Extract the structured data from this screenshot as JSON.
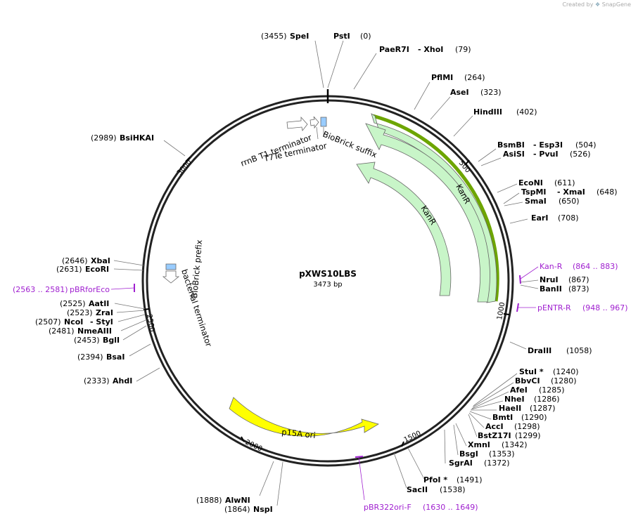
{
  "credit": {
    "text": "Created by",
    "brand": "SnapGene"
  },
  "plasmid": {
    "name": "pXWS10LBS",
    "length_label": "3473 bp",
    "length": 3473
  },
  "ticks": [
    "500",
    "1000",
    "1500",
    "2000",
    "2500",
    "3000"
  ],
  "features": [
    {
      "name": "KanR",
      "color": "#c8f5c8"
    },
    {
      "name": "KanR",
      "color": "#c8f5c8"
    },
    {
      "name": "p15A ori",
      "color": "#ffff00"
    },
    {
      "name": "rrnB T1 terminator",
      "color": "#ffffff"
    },
    {
      "name": "T7Te terminator",
      "color": "#ffffff"
    },
    {
      "name": "BioBrick suffix",
      "color": "#99ccff"
    },
    {
      "name": "BioBrick prefix",
      "color": "#99ccff"
    },
    {
      "name": "bacterial terminator",
      "color": "#ffffff"
    }
  ],
  "sites": [
    {
      "name": "SpeI",
      "pos": "(3455)"
    },
    {
      "name": "PstI",
      "pos": "(0)"
    },
    {
      "name": "PaeR7I",
      "name2": "- XhoI",
      "pos": "(79)"
    },
    {
      "name": "PflMI",
      "pos": "(264)"
    },
    {
      "name": "AseI",
      "pos": "(323)"
    },
    {
      "name": "HindIII",
      "pos": "(402)"
    },
    {
      "name": "BsmBI",
      "name2": "- Esp3I",
      "pos": "(504)"
    },
    {
      "name": "AsiSI",
      "name2": "- PvuI",
      "pos": "(526)"
    },
    {
      "name": "EcoNI",
      "pos": "(611)"
    },
    {
      "name": "TspMI",
      "name2": "- XmaI",
      "pos": "(648)"
    },
    {
      "name": "SmaI",
      "pos": "(650)"
    },
    {
      "name": "EarI",
      "pos": "(708)"
    },
    {
      "name": "NruI",
      "pos": "(867)"
    },
    {
      "name": "BanII",
      "pos": "(873)"
    },
    {
      "name": "DraIII",
      "pos": "(1058)"
    },
    {
      "name": "StuI *",
      "pos": "(1240)"
    },
    {
      "name": "BbvCI",
      "pos": "(1280)"
    },
    {
      "name": "AfeI",
      "pos": "(1285)"
    },
    {
      "name": "NheI",
      "pos": "(1286)"
    },
    {
      "name": "HaeII",
      "pos": "(1287)"
    },
    {
      "name": "BmtI",
      "pos": "(1290)"
    },
    {
      "name": "AccI",
      "pos": "(1298)"
    },
    {
      "name": "BstZ17I",
      "pos": "(1299)"
    },
    {
      "name": "XmnI",
      "pos": "(1342)"
    },
    {
      "name": "BsgI",
      "pos": "(1353)"
    },
    {
      "name": "SgrAI",
      "pos": "(1372)"
    },
    {
      "name": "PfoI *",
      "pos": "(1491)"
    },
    {
      "name": "SacII",
      "pos": "(1538)"
    },
    {
      "name": "AlwNI",
      "pos": "(1888)"
    },
    {
      "name": "NspI",
      "pos": "(1864)"
    },
    {
      "name": "AhdI",
      "pos": "(2333)"
    },
    {
      "name": "BsaI",
      "pos": "(2394)"
    },
    {
      "name": "BglI",
      "pos": "(2453)"
    },
    {
      "name": "NmeAIII",
      "pos": "(2481)"
    },
    {
      "name": "NcoI",
      "name2": "- StyI",
      "pos": "(2507)"
    },
    {
      "name": "ZraI",
      "pos": "(2523)"
    },
    {
      "name": "AatII",
      "pos": "(2525)"
    },
    {
      "name": "EcoRI",
      "pos": "(2631)"
    },
    {
      "name": "XbaI",
      "pos": "(2646)"
    },
    {
      "name": "BsiHKAI",
      "pos": "(2989)"
    }
  ],
  "primers": [
    {
      "name": "Kan-R",
      "range": "(864 .. 883)"
    },
    {
      "name": "pENTR-R",
      "range": "(948 .. 967)"
    },
    {
      "name": "pBR322ori-F",
      "range": "(1630 .. 1649)"
    },
    {
      "name": "pBRforEco",
      "range": "(2563 .. 2581)"
    }
  ]
}
